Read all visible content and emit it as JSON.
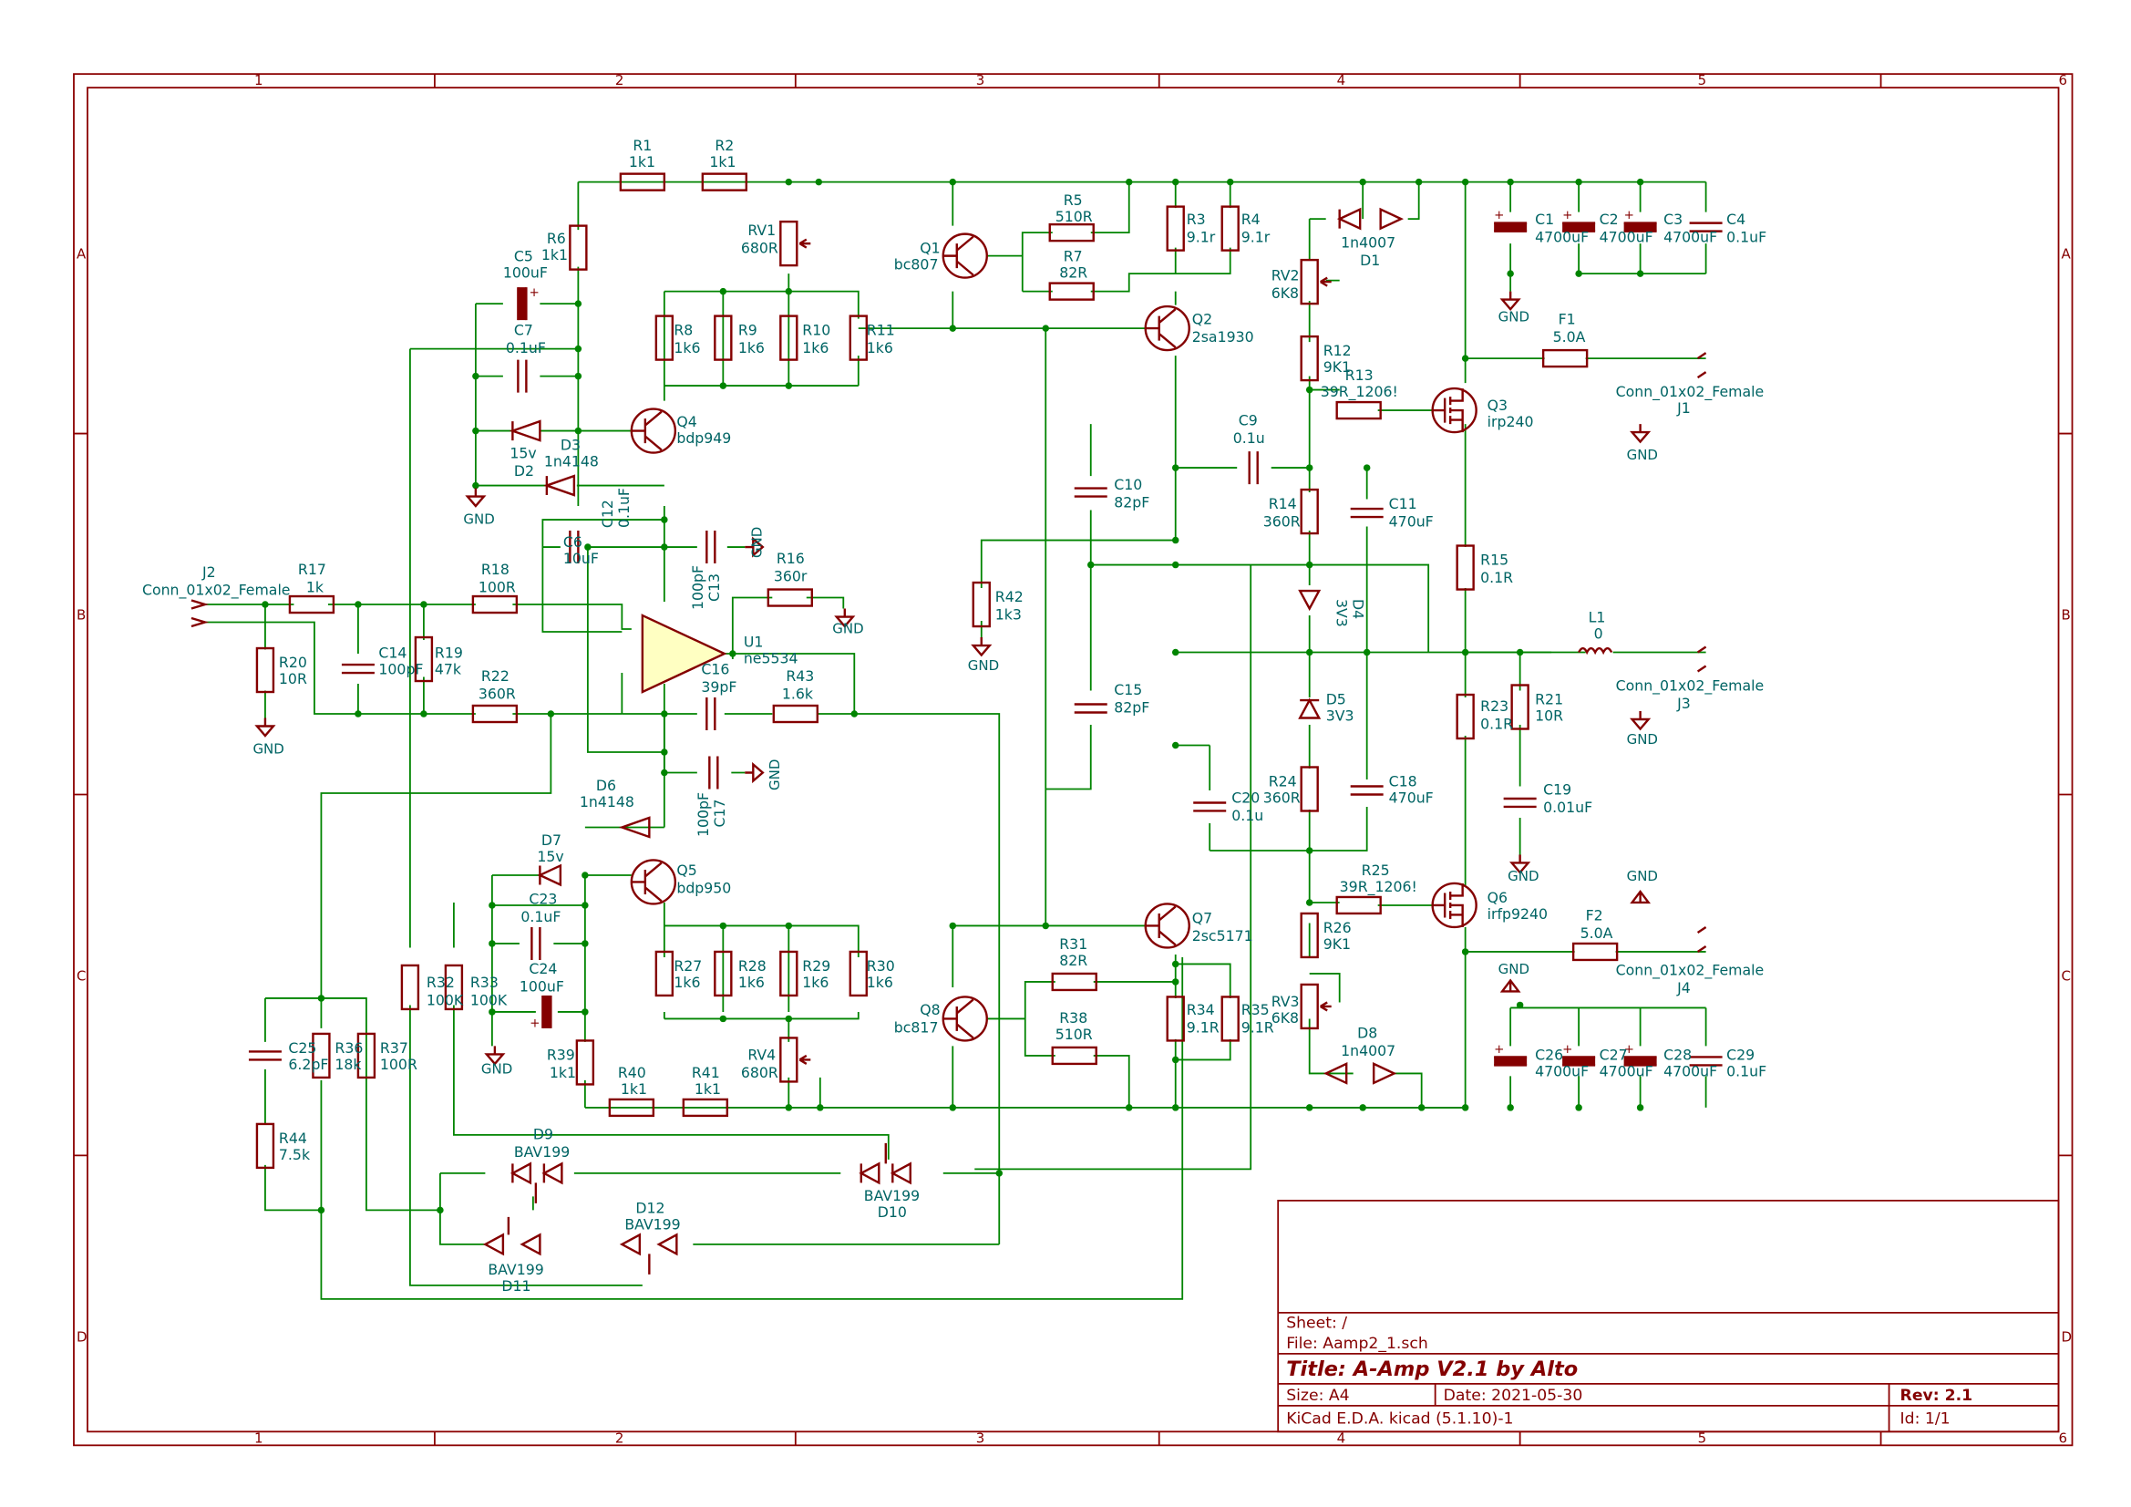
{
  "frame": {
    "columns": [
      "1",
      "2",
      "3",
      "4",
      "5",
      "6"
    ],
    "rows": [
      "A",
      "B",
      "C",
      "D"
    ]
  },
  "title_block": {
    "sheet": "Sheet: /",
    "file": "File: Aamp2_1.sch",
    "title": "Title: A-Amp V2.1 by Alto",
    "size": "Size: A4",
    "date": "Date: 2021-05-30",
    "rev": "Rev: 2.1",
    "tool": "KiCad E.D.A.  kicad (5.1.10)-1",
    "id": "Id: 1/1"
  },
  "colors": {
    "frame": "#840000",
    "wire": "#008400",
    "part": "#840000",
    "text": "#006464",
    "opamp_fill": "#ffffc2"
  },
  "components": [
    {
      "ref": "R1",
      "value": "1k1"
    },
    {
      "ref": "R2",
      "value": "1k1"
    },
    {
      "ref": "RV1",
      "value": "680R"
    },
    {
      "ref": "R6",
      "value": "1k1"
    },
    {
      "ref": "C5",
      "value": "100uF"
    },
    {
      "ref": "C7",
      "value": "0.1uF"
    },
    {
      "ref": "D2",
      "value": "15v"
    },
    {
      "ref": "D3",
      "value": "1n4148"
    },
    {
      "ref": "Q4",
      "value": "bdp949"
    },
    {
      "ref": "R8",
      "value": "1k6"
    },
    {
      "ref": "R9",
      "value": "1k6"
    },
    {
      "ref": "R10",
      "value": "1k6"
    },
    {
      "ref": "R11",
      "value": "1k6"
    },
    {
      "ref": "Q1",
      "value": "bc807"
    },
    {
      "ref": "R5",
      "value": "510R"
    },
    {
      "ref": "R7",
      "value": "82R"
    },
    {
      "ref": "R3",
      "value": "9.1r"
    },
    {
      "ref": "R4",
      "value": "9.1r"
    },
    {
      "ref": "Q2",
      "value": "2sa1930"
    },
    {
      "ref": "D1",
      "value": "1n4007"
    },
    {
      "ref": "RV2",
      "value": "6K8"
    },
    {
      "ref": "R12",
      "value": "9K1"
    },
    {
      "ref": "R13",
      "value": "39R_1206!"
    },
    {
      "ref": "Q3",
      "value": "irp240"
    },
    {
      "ref": "C1",
      "value": "4700uF"
    },
    {
      "ref": "C2",
      "value": "4700uF"
    },
    {
      "ref": "C3",
      "value": "4700uF"
    },
    {
      "ref": "C4",
      "value": "0.1uF"
    },
    {
      "ref": "F1",
      "value": "5.0A"
    },
    {
      "ref": "J1",
      "value": "Conn_01x02_Female"
    },
    {
      "ref": "C9",
      "value": "0.1u"
    },
    {
      "ref": "C10",
      "value": "82pF"
    },
    {
      "ref": "R14",
      "value": "360R"
    },
    {
      "ref": "C11",
      "value": "470uF"
    },
    {
      "ref": "R15",
      "value": "0.1R"
    },
    {
      "ref": "D4",
      "value": "3V3"
    },
    {
      "ref": "L1",
      "value": "0"
    },
    {
      "ref": "J3",
      "value": "Conn_01x02_Female"
    },
    {
      "ref": "D5",
      "value": "3V3"
    },
    {
      "ref": "R21",
      "value": "10R"
    },
    {
      "ref": "R23",
      "value": "0.1R"
    },
    {
      "ref": "C19",
      "value": "0.01uF"
    },
    {
      "ref": "C15",
      "value": "82pF"
    },
    {
      "ref": "R24",
      "value": "360R"
    },
    {
      "ref": "C18",
      "value": "470uF"
    },
    {
      "ref": "C20",
      "value": "0.1u"
    },
    {
      "ref": "R42",
      "value": "1k3"
    },
    {
      "ref": "J2",
      "value": "Conn_01x02_Female"
    },
    {
      "ref": "R17",
      "value": "1k"
    },
    {
      "ref": "R18",
      "value": "100R"
    },
    {
      "ref": "R20",
      "value": "10R"
    },
    {
      "ref": "C14",
      "value": "100pF"
    },
    {
      "ref": "R19",
      "value": "47k"
    },
    {
      "ref": "R22",
      "value": "360R"
    },
    {
      "ref": "U1",
      "value": "ne5534"
    },
    {
      "ref": "C6",
      "value": "10uF"
    },
    {
      "ref": "C12",
      "value": "0.1uF"
    },
    {
      "ref": "C13",
      "value": "100pF"
    },
    {
      "ref": "R16",
      "value": "360r"
    },
    {
      "ref": "C16",
      "value": "39pF"
    },
    {
      "ref": "R43",
      "value": "1.6k"
    },
    {
      "ref": "C17",
      "value": "100pF"
    },
    {
      "ref": "D6",
      "value": "1n4148"
    },
    {
      "ref": "D7",
      "value": "15v"
    },
    {
      "ref": "Q5",
      "value": "bdp950"
    },
    {
      "ref": "C23",
      "value": "0.1uF"
    },
    {
      "ref": "C24",
      "value": "100uF"
    },
    {
      "ref": "R32",
      "value": "100K"
    },
    {
      "ref": "R33",
      "value": "100K"
    },
    {
      "ref": "R39",
      "value": "1k1"
    },
    {
      "ref": "R27",
      "value": "1k6"
    },
    {
      "ref": "R28",
      "value": "1k6"
    },
    {
      "ref": "R29",
      "value": "1k6"
    },
    {
      "ref": "R30",
      "value": "1k6"
    },
    {
      "ref": "RV4",
      "value": "680R"
    },
    {
      "ref": "R40",
      "value": "1k1"
    },
    {
      "ref": "R41",
      "value": "1k1"
    },
    {
      "ref": "Q8",
      "value": "bc817"
    },
    {
      "ref": "R31",
      "value": "82R"
    },
    {
      "ref": "R38",
      "value": "510R"
    },
    {
      "ref": "Q7",
      "value": "2sc5171"
    },
    {
      "ref": "R34",
      "value": "9.1R"
    },
    {
      "ref": "R35",
      "value": "9.1R"
    },
    {
      "ref": "R25",
      "value": "39R_1206!"
    },
    {
      "ref": "R26",
      "value": "9K1"
    },
    {
      "ref": "RV3",
      "value": "6K8"
    },
    {
      "ref": "D8",
      "value": "1n4007"
    },
    {
      "ref": "Q6",
      "value": "irfp9240"
    },
    {
      "ref": "F2",
      "value": "5.0A"
    },
    {
      "ref": "J4",
      "value": "Conn_01x02_Female"
    },
    {
      "ref": "C26",
      "value": "4700uF"
    },
    {
      "ref": "C27",
      "value": "4700uF"
    },
    {
      "ref": "C28",
      "value": "4700uF"
    },
    {
      "ref": "C29",
      "value": "0.1uF"
    },
    {
      "ref": "C25",
      "value": "6.2pF"
    },
    {
      "ref": "R36",
      "value": "18k"
    },
    {
      "ref": "R37",
      "value": "100R"
    },
    {
      "ref": "R44",
      "value": "7.5k"
    },
    {
      "ref": "D9",
      "value": "BAV199"
    },
    {
      "ref": "D10",
      "value": "BAV199"
    },
    {
      "ref": "D11",
      "value": "BAV199"
    },
    {
      "ref": "D12",
      "value": "BAV199"
    }
  ],
  "power": {
    "gnd": "GND"
  }
}
